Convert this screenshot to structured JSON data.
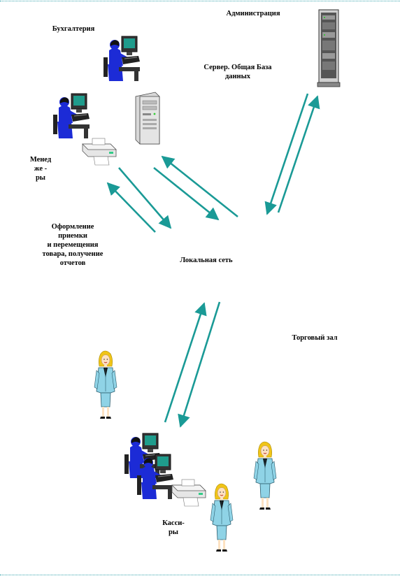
{
  "labels": {
    "administration": "Администрация",
    "accounting": "Бухгалтерия",
    "server": "Сервер. Общая База\nданных",
    "managers": "Менед\nже -\nры",
    "operations": "Оформление\nприемки\nи перемещения\nтовара, получение\nотчетов",
    "network": "Локальная сеть",
    "sales_floor": "Торговый зал",
    "cashiers": "Касси-\nры"
  },
  "colors": {
    "arrow": "#1a9a96",
    "frame": "#3aa7b0",
    "operator_body": "#1c2bd6",
    "monitor_screen": "#1f9c8c",
    "clerk_suit": "#8fd3e6",
    "clerk_hair": "#f0c418"
  },
  "icons": [
    "server-rack-icon",
    "pc-tower-icon",
    "printer-icon",
    "operator-icon",
    "clerk-icon"
  ]
}
